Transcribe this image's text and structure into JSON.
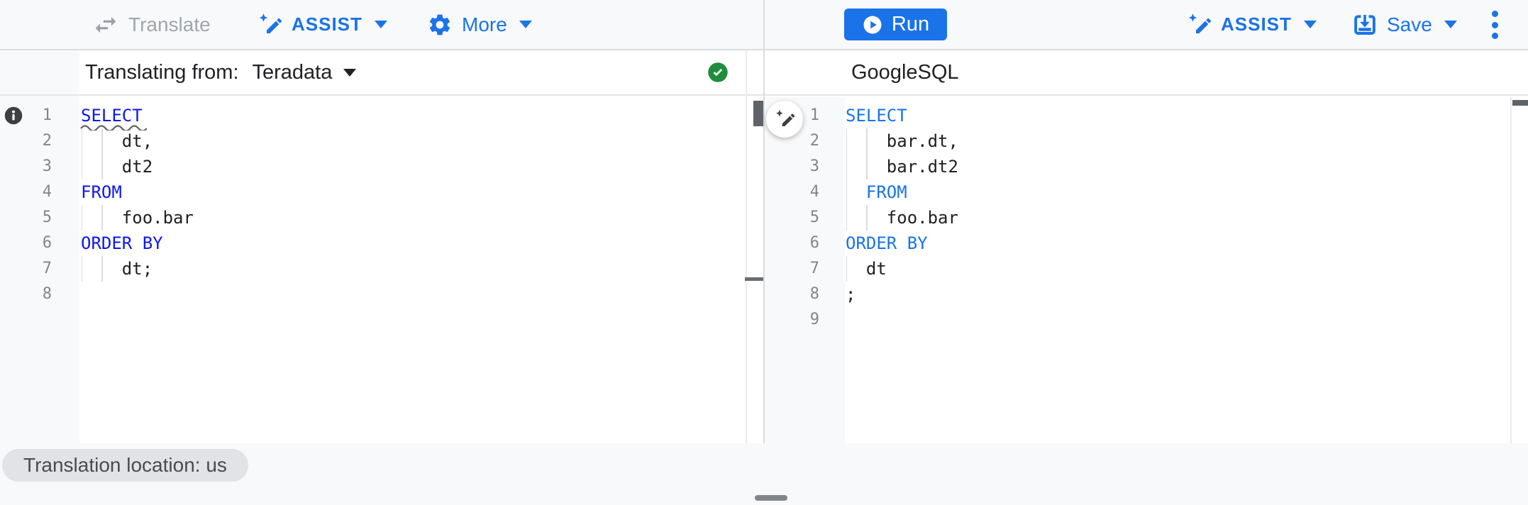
{
  "toolbar": {
    "translate_label": "Translate",
    "assist_label": "ASSIST",
    "more_label": "More",
    "run_label": "Run",
    "assist_right_label": "ASSIST",
    "save_label": "Save"
  },
  "left_editor": {
    "header_label": "Translating from:",
    "dialect": "Teradata",
    "status": "success",
    "lines": [
      {
        "num": 1,
        "parts": [
          [
            "kw",
            "SELECT"
          ]
        ],
        "squiggle": true
      },
      {
        "num": 2,
        "parts": [
          [
            "t",
            "    dt,"
          ]
        ],
        "guides": [
          0,
          2
        ]
      },
      {
        "num": 3,
        "parts": [
          [
            "t",
            "    dt2"
          ]
        ],
        "guides": [
          0,
          2
        ]
      },
      {
        "num": 4,
        "parts": [
          [
            "kw",
            "FROM"
          ]
        ]
      },
      {
        "num": 5,
        "parts": [
          [
            "t",
            "    foo.bar"
          ]
        ],
        "guides": [
          0,
          2
        ]
      },
      {
        "num": 6,
        "parts": [
          [
            "kw",
            "ORDER BY"
          ]
        ]
      },
      {
        "num": 7,
        "parts": [
          [
            "t",
            "    dt;"
          ]
        ],
        "guides": [
          0,
          2
        ]
      },
      {
        "num": 8,
        "parts": []
      }
    ]
  },
  "right_editor": {
    "header_label": "GoogleSQL",
    "lines": [
      {
        "num": 1,
        "parts": [
          [
            "kw",
            "SELECT"
          ]
        ]
      },
      {
        "num": 2,
        "parts": [
          [
            "t",
            "    bar.dt,"
          ]
        ],
        "guides": [
          0,
          2
        ]
      },
      {
        "num": 3,
        "parts": [
          [
            "t",
            "    bar.dt2"
          ]
        ],
        "guides": [
          0,
          2
        ]
      },
      {
        "num": 4,
        "parts": [
          [
            "t",
            "  "
          ],
          [
            "kw",
            "FROM"
          ]
        ],
        "guides": [
          0
        ]
      },
      {
        "num": 5,
        "parts": [
          [
            "t",
            "    foo.bar"
          ]
        ],
        "guides": [
          0,
          2
        ]
      },
      {
        "num": 6,
        "parts": [
          [
            "kw",
            "ORDER BY"
          ]
        ]
      },
      {
        "num": 7,
        "parts": [
          [
            "t",
            "  dt"
          ]
        ],
        "guides": [
          0
        ]
      },
      {
        "num": 8,
        "parts": [
          [
            "t",
            ";"
          ]
        ]
      },
      {
        "num": 9,
        "parts": []
      }
    ]
  },
  "footer": {
    "location_chip": "Translation location: us"
  },
  "colors": {
    "accent_blue": "#1a73e8",
    "keyword_left": "#0d17f0",
    "keyword_right": "#1a73e8",
    "success_green": "#1e8e3e",
    "disabled_gray": "#9aa0a6",
    "toolbar_bg": "#f8f9fa",
    "gutter_bg": "#f8f9fa"
  }
}
